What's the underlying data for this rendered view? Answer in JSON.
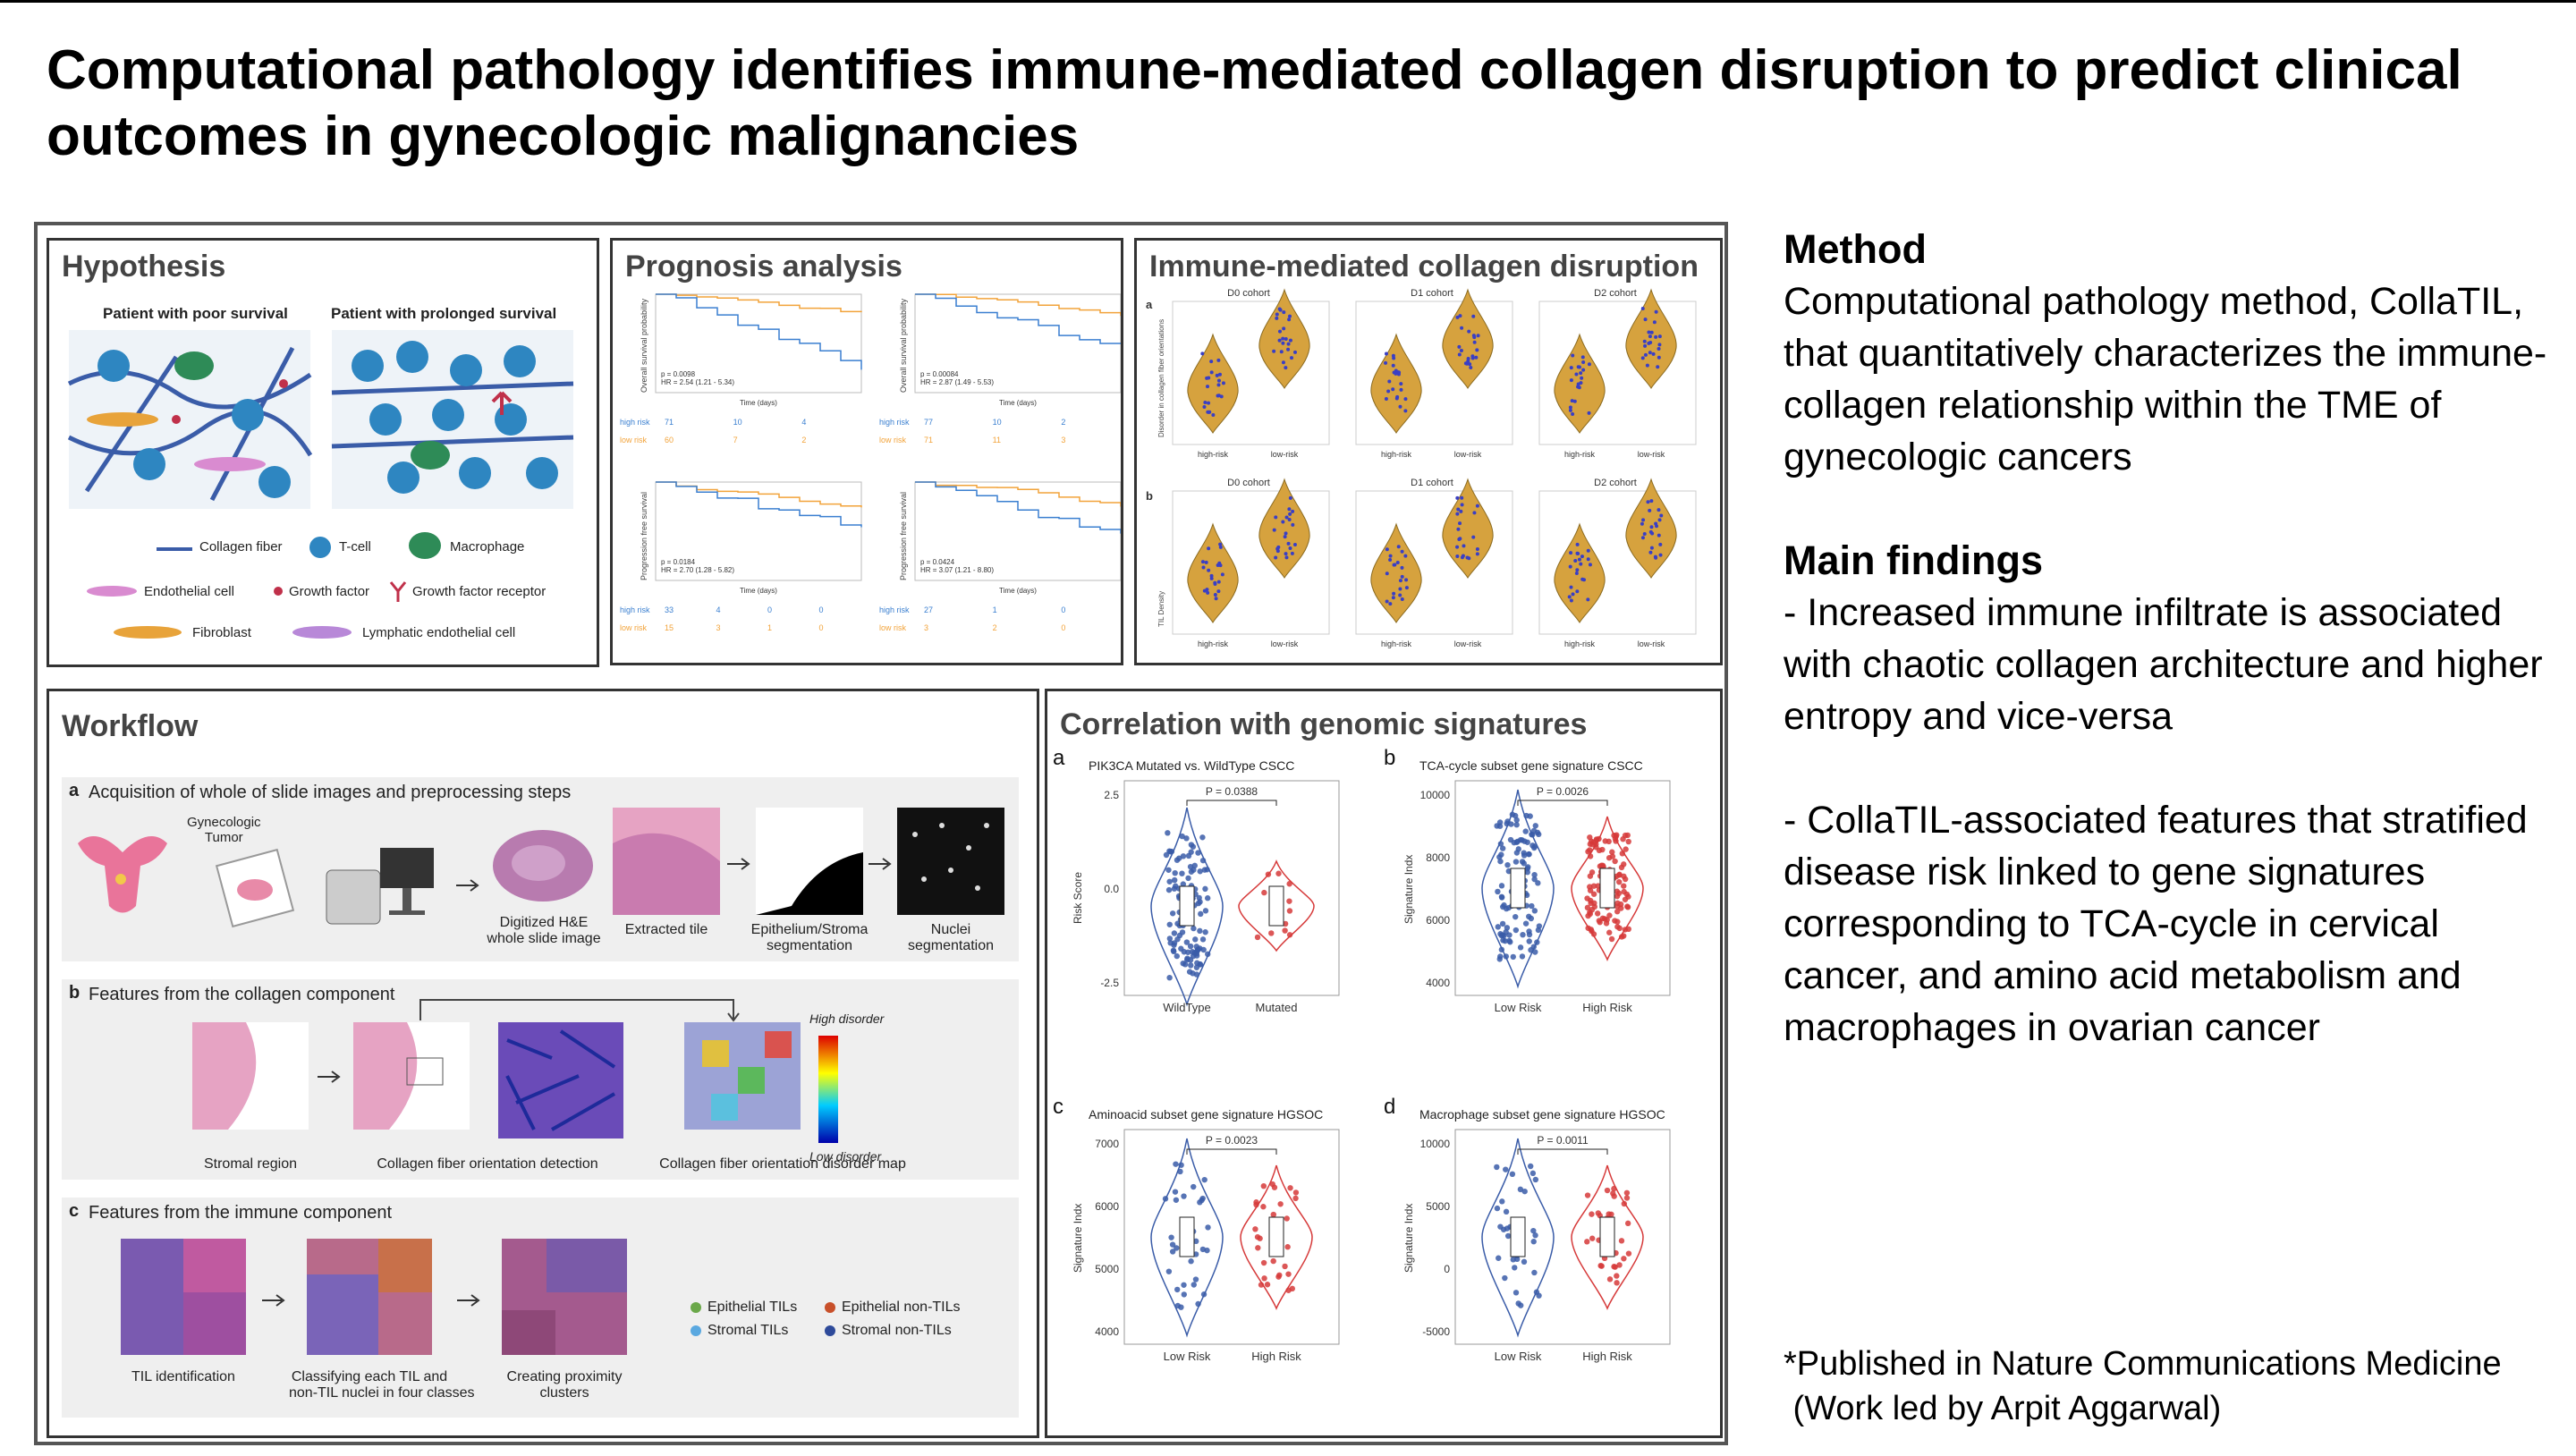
{
  "title": "Computational pathology identifies immune-mediated collagen disruption to predict clinical outcomes in gynecologic malignancies",
  "hypothesis": {
    "heading": "Hypothesis",
    "left_caption": "Patient with poor survival",
    "right_caption": "Patient with prolonged survival",
    "legend": [
      "Collagen fiber",
      "T-cell",
      "Macrophage",
      "Endothelial cell",
      "Growth factor",
      "Growth factor receptor",
      "Fibroblast",
      "Lymphatic endothelial cell"
    ]
  },
  "prognosis": {
    "heading": "Prognosis analysis",
    "plots": [
      {
        "ylabel": "Overall survival probability",
        "stats": "p = 0.0098\nHR = 2.54 (1.21 - 5.34)",
        "high_label": "high risk",
        "low_label": "low risk",
        "high_counts": [
          "71",
          "10",
          "4"
        ],
        "low_counts": [
          "60",
          "7",
          "2"
        ]
      },
      {
        "ylabel": "Overall survival probability",
        "stats": "p = 0.00084\nHR = 2.87 (1.49 - 5.53)",
        "high_label": "high risk",
        "low_label": "low risk",
        "high_counts": [
          "77",
          "10",
          "2"
        ],
        "low_counts": [
          "71",
          "11",
          "3"
        ]
      },
      {
        "ylabel": "Progression free survival",
        "stats": "p = 0.0184\nHR = 2.70 (1.28 - 5.82)",
        "high_label": "high risk",
        "low_label": "low risk",
        "high_counts": [
          "33",
          "4",
          "0",
          "0"
        ],
        "low_counts": [
          "15",
          "3",
          "1",
          "0"
        ]
      },
      {
        "ylabel": "Progression free survival",
        "stats": "p = 0.0424\nHR = 3.07 (1.21 - 8.80)",
        "high_label": "high risk",
        "low_label": "low risk",
        "high_counts": [
          "27",
          "1",
          "0"
        ],
        "low_counts": [
          "3",
          "2",
          "0"
        ]
      }
    ],
    "xlabel": "Time (days)"
  },
  "immune": {
    "heading": "Immune-mediated collagen disruption",
    "row_a_label": "a",
    "row_b_label": "b",
    "cohorts": [
      "D0 cohort",
      "D1 cohort",
      "D2 cohort"
    ],
    "ylabel_a": "Disorder in collagen fiber orientations",
    "ylabel_b": "TIL Density",
    "categories": [
      "high-risk",
      "low-risk"
    ]
  },
  "workflow": {
    "heading": "Workflow",
    "a_label": "a",
    "a_title": "Acquisition of whole of slide images and preprocessing steps",
    "tumor_label": "Gynecologic\nTumor",
    "a_captions": [
      "Digitized H&E\nwhole slide image",
      "Extracted tile",
      "Epithelium/Stroma\nsegmentation",
      "Nuclei\nsegmentation"
    ],
    "b_label": "b",
    "b_title": "Features from the collagen component",
    "b_captions": [
      "Stromal region",
      "Collagen fiber orientation detection",
      "Collagen fiber orientation disorder map"
    ],
    "high_disorder": "High disorder",
    "low_disorder": "Low disorder",
    "c_label": "c",
    "c_title": "Features from the immune component",
    "c_captions": [
      "TIL identification",
      "Classifying each TIL and\nnon-TIL nuclei in four classes",
      "Creating proximity clusters"
    ],
    "c_legend": [
      "Epithelial TILs",
      "Epithelial non-TILs",
      "Stromal TILs",
      "Stromal non-TILs"
    ]
  },
  "correlation": {
    "heading": "Correlation with genomic signatures",
    "charts": [
      {
        "label": "a",
        "title": "PIK3CA Mutated vs. WildType CSCC",
        "ylabel": "Risk Score",
        "categories": [
          "WildType",
          "Mutated"
        ],
        "pvalue": "P = 0.0388",
        "yticks": [
          "2.5",
          "0.0",
          "-2.5"
        ]
      },
      {
        "label": "b",
        "title": "TCA-cycle  subset gene signature  CSCC",
        "ylabel": "Signature Indx",
        "categories": [
          "Low Risk",
          "High Risk"
        ],
        "pvalue": "P = 0.0026",
        "yticks": [
          "10000",
          "8000",
          "6000",
          "4000"
        ]
      },
      {
        "label": "c",
        "title": "Aminoacid  subset gene signature  HGSOC",
        "ylabel": "Signature Indx",
        "categories": [
          "Low Risk",
          "High Risk"
        ],
        "pvalue": "P = 0.0023",
        "yticks": [
          "7000",
          "6000",
          "5000",
          "4000"
        ]
      },
      {
        "label": "d",
        "title": "Macrophage  subset gene signature  HGSOC",
        "ylabel": "Signature Indx",
        "categories": [
          "Low Risk",
          "High Risk"
        ],
        "pvalue": "P = 0.0011",
        "yticks": [
          "10000",
          "5000",
          "0",
          "-5000"
        ]
      }
    ]
  },
  "method": {
    "heading": "Method",
    "text": "Computational pathology method, CollaTIL, that quantitatively characterizes the immune-collagen relationship within the TME of gynecologic cancers"
  },
  "findings": {
    "heading": "Main findings",
    "item1": "-  Increased immune infiltrate is associated with chaotic collagen architecture and higher entropy and vice-versa",
    "item2": "- CollaTIL-associated features that stratified disease risk linked to gene signatures corresponding to TCA-cycle in cervical cancer, and amino acid metabolism and macrophages in ovarian cancer"
  },
  "footnote": {
    "line1": "*Published in Nature Communications Medicine",
    "line2": " (Work led by Arpit Aggarwal)"
  },
  "colors": {
    "violin_gold": "#D6A23E",
    "dot_blue": "#3A3FC4",
    "low_blue": "#3A5CA8",
    "high_red": "#D63A3A",
    "km_orange": "#F2A33A",
    "km_blue": "#3A7FD0"
  }
}
